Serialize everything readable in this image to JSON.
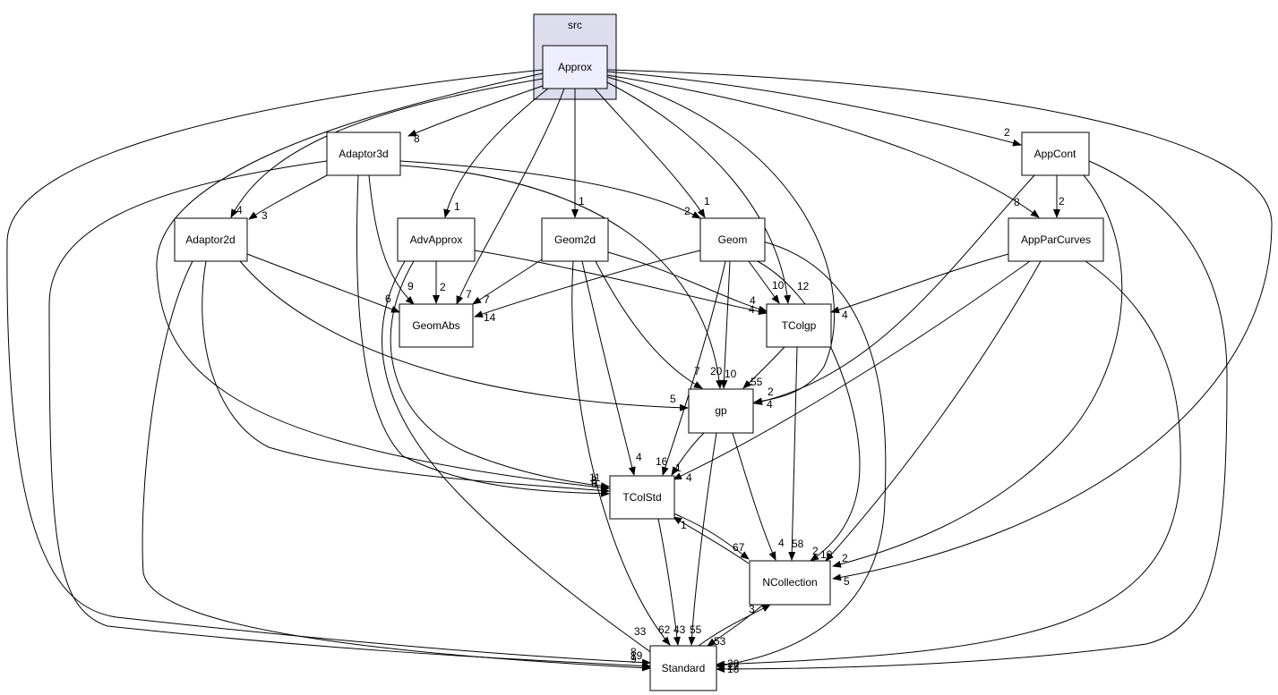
{
  "cluster": {
    "label": "src"
  },
  "nodes": {
    "approx": "Approx",
    "adaptor3d": "Adaptor3d",
    "adaptor2d": "Adaptor2d",
    "advapprox": "AdvApprox",
    "geom2d": "Geom2d",
    "geom": "Geom",
    "appcont": "AppCont",
    "appparcurves": "AppParCurves",
    "geomabs": "GeomAbs",
    "tcolgp": "TColgp",
    "gp": "gp",
    "tcolstd": "TColStd",
    "ncollection": "NCollection",
    "standard": "Standard"
  },
  "edge_counts": {
    "approx_adaptor3d": "8",
    "approx_adaptor2d": "4",
    "approx_advapprox": "1",
    "approx_geom2d": "1",
    "approx_geom": "1",
    "approx_geomabs": "7",
    "approx_tcolgp": "12",
    "approx_gp": "2",
    "approx_appcont": "2",
    "approx_appparcurves": "8",
    "approx_tcolstd": "11",
    "approx_ncollection": "5",
    "approx_standard": "19",
    "adaptor3d_adaptor2d": "3",
    "adaptor3d_geom": "2",
    "adaptor3d_geomabs": "9",
    "adaptor3d_gp": "20",
    "adaptor3d_tcolstd": "6",
    "adaptor3d_standard": "9",
    "adaptor2d_geomabs": "6",
    "adaptor2d_gp": "5",
    "adaptor2d_tcolstd": "8",
    "adaptor2d_standard": "8",
    "advapprox_geomabs": "2",
    "advapprox_tcolgp": "4",
    "advapprox_tcolstd": "6",
    "advapprox_standard": "33",
    "geom2d_geomabs": "7",
    "geom2d_tcolgp": "4",
    "geom2d_gp": "7",
    "geom2d_tcolstd": "4",
    "geom2d_standard": "62",
    "geom_geomabs": "14",
    "geom_tcolgp": "10",
    "geom_gp": "10",
    "geom_tcolstd": "16",
    "geom_ncollection": "2",
    "geom_standard": "27",
    "appcont_appparcurves": "2",
    "appcont_gp": "4",
    "appcont_ncollection": "2",
    "appcont_standard": "20",
    "appparcurves_tcolgp": "4",
    "appparcurves_tcolstd": "4",
    "appparcurves_ncollection": "10",
    "appparcurves_standard": "18",
    "tcolgp_gp": "55",
    "tcolgp_ncollection": "58",
    "gp_tcolstd": "1",
    "gp_ncollection": "4",
    "gp_standard": "55",
    "tcolstd_ncollection": "67",
    "tcolstd_standard": "43",
    "ncollection_tcolstd": "1",
    "ncollection_standard": "53",
    "standard_ncollection": "3"
  }
}
